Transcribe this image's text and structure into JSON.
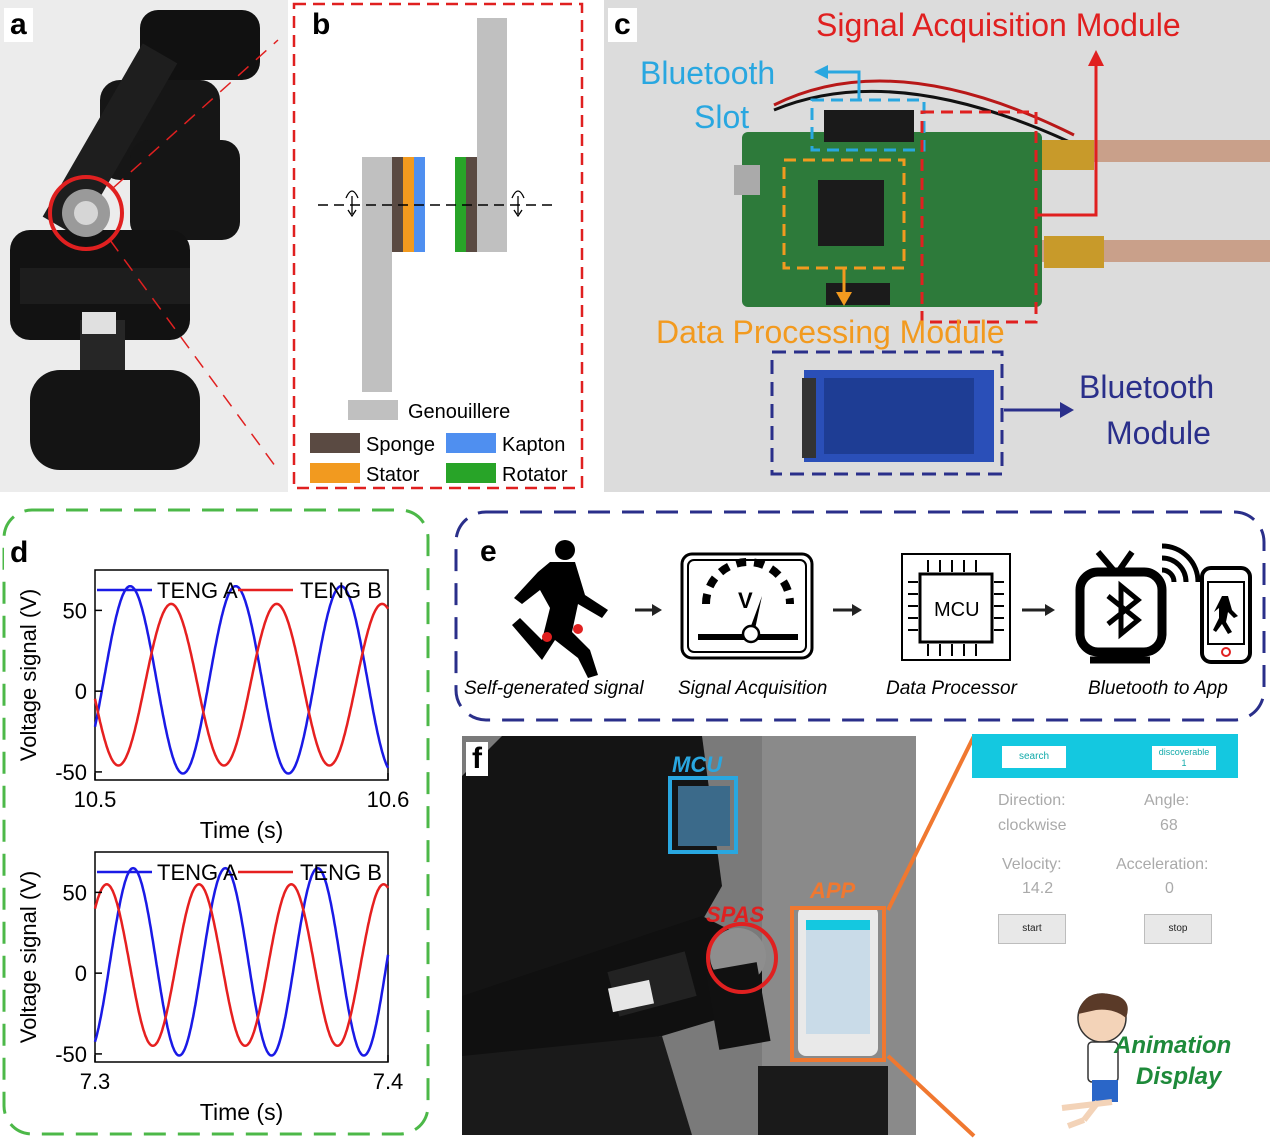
{
  "panels": {
    "a": "a",
    "b": "b",
    "c": "c",
    "d": "d",
    "e": "e",
    "f": "f"
  },
  "panel_b": {
    "legend": [
      "Genouillere",
      "Sponge",
      "Kapton",
      "Stator",
      "Rotator"
    ]
  },
  "panel_c": {
    "signal_acquisition": "Signal Acquisition Module",
    "bluetooth_slot_1": "Bluetooth",
    "bluetooth_slot_2": "Slot",
    "data_processing": "Data Processing Module",
    "bluetooth_module_1": "Bluetooth",
    "bluetooth_module_2": "Module"
  },
  "panel_e": {
    "steps": [
      "Self-generated signal",
      "Signal Acquisition",
      "Data Processor",
      "Bluetooth to App"
    ],
    "gauge_letter": "V",
    "chip_label": "MCU"
  },
  "panel_f": {
    "mcu": "MCU",
    "spas": "SPAS",
    "app": "APP",
    "app_ui": {
      "search": "search",
      "discoverable": "discoverable",
      "discoverable_sub": "1",
      "direction_label": "Direction:",
      "direction_value": "clockwise",
      "angle_label": "Angle:",
      "angle_value": "68",
      "velocity_label": "Velocity:",
      "velocity_value": "14.2",
      "acceleration_label": "Acceleration:",
      "acceleration_value": "0",
      "start": "start",
      "stop": "stop"
    },
    "animation_1": "Animation",
    "animation_2": "Display"
  },
  "colors": {
    "teng_a": "#1a1ae6",
    "teng_b": "#e62020",
    "genouillere": "#c0c0c0",
    "sponge": "#5a4a42",
    "kapton": "#4f8ff0",
    "stator": "#f29a1f",
    "rotator": "#28a428",
    "red_frame": "#e02020",
    "blue_frame": "#29a7e0",
    "navy_frame": "#2a2f8a",
    "green_frame": "#4cb848",
    "app_header": "#14c8e0"
  },
  "chart_data": [
    {
      "type": "line",
      "xlabel": "Time (s)",
      "ylabel": "Voltage signal (V)",
      "xlim": [
        10.5,
        10.6
      ],
      "ylim": [
        -55,
        75
      ],
      "xticks": [
        "10.5",
        "10.6"
      ],
      "yticks": [
        "50",
        "0",
        "-50"
      ],
      "legend": "top",
      "series": [
        {
          "name": "TENG A",
          "period": 0.036,
          "amplitude": 58,
          "offset": 7,
          "peak_times": [
            10.512,
            10.548,
            10.584
          ]
        },
        {
          "name": "TENG B",
          "period": 0.036,
          "amplitude": 50,
          "offset": 4,
          "peak_times": [
            10.526,
            10.562,
            10.598
          ]
        }
      ]
    },
    {
      "type": "line",
      "xlabel": "Time (s)",
      "ylabel": "Voltage signal (V)",
      "xlim": [
        7.3,
        7.4
      ],
      "ylim": [
        -55,
        75
      ],
      "xticks": [
        "7.3",
        "7.4"
      ],
      "yticks": [
        "50",
        "0",
        "-50"
      ],
      "legend": "top",
      "series": [
        {
          "name": "TENG A",
          "period": 0.0315,
          "amplitude": 58,
          "offset": 7,
          "peak_times": [
            7.313,
            7.3445,
            7.376
          ]
        },
        {
          "name": "TENG B",
          "period": 0.0315,
          "amplitude": 50,
          "offset": 5,
          "peak_times": [
            7.304,
            7.3355,
            7.367
          ]
        }
      ]
    }
  ]
}
